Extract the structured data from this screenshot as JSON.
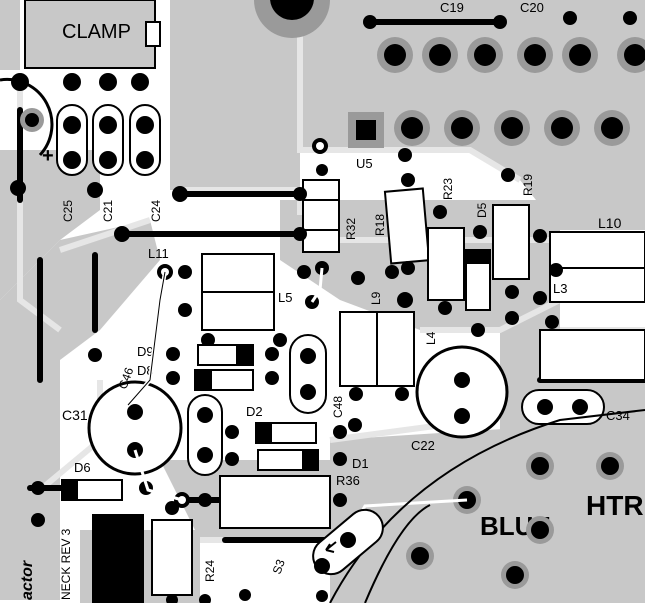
{
  "labels": {
    "clamp": "CLAMP",
    "c19": "C19",
    "c20": "C20",
    "u5": "U5",
    "r23": "R23",
    "r19": "R19",
    "d5": "D5",
    "r32": "R32",
    "r18": "R18",
    "l10": "L10",
    "l3": "L3",
    "c25": "C25",
    "c21": "C21",
    "c24": "C24",
    "l11": "L11",
    "l5": "L5",
    "l9": "L9",
    "l4": "L4",
    "d9": "D9",
    "d8": "D8",
    "c46": "C46",
    "c31": "C31",
    "d2": "D2",
    "c48": "C48",
    "d1": "D1",
    "c22": "C22",
    "c34": "C34",
    "d6": "D6",
    "r36": "R36",
    "r24": "R24",
    "s3": "S3",
    "blue": "BLUE",
    "htr": "HTR",
    "neck_rev": "NECK REV 3",
    "actor": "actor"
  },
  "colors": {
    "background": "#ffffff",
    "copper": "#c8c8c8",
    "copper_dark": "#b4b4b4",
    "trace_light": "#e6e6e6",
    "silk": "#000000",
    "pad": "#000000",
    "pad_ring": "#9a9a9a"
  }
}
